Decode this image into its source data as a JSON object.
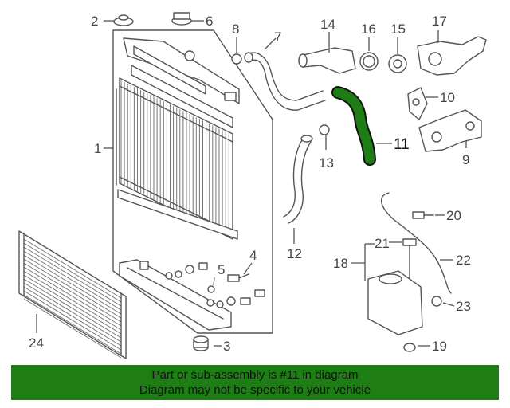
{
  "diagram": {
    "callouts": {
      "c1": "1",
      "c2": "2",
      "c3": "3",
      "c4": "4",
      "c5": "5",
      "c6": "6",
      "c7": "7",
      "c8": "8",
      "c9": "9",
      "c10": "10",
      "c11": "11",
      "c12": "12",
      "c13": "13",
      "c14": "14",
      "c15": "15",
      "c16": "16",
      "c17": "17",
      "c18": "18",
      "c19": "19",
      "c20": "20",
      "c21": "21",
      "c22": "22",
      "c23": "23",
      "c24": "24"
    },
    "highlight_color": "#1e7d14"
  },
  "banner": {
    "line1": "Part or sub-assembly is #11 in diagram",
    "line2": "Diagram may not be specific to your vehicle",
    "color": "#1e7d14"
  }
}
